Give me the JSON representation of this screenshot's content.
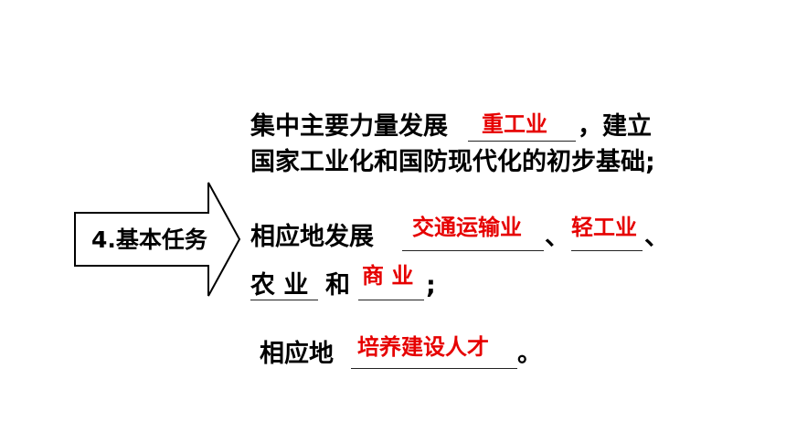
{
  "task_label": "4.基本任务",
  "point1": {
    "prefix": "集中主要力量发展",
    "answer": "重工业",
    "suffix": "，建立",
    "line2": "国家工业化和国防现代化的初步基础;"
  },
  "point2": {
    "prefix": "相应地发展",
    "answer1": "交通运输业",
    "sep1": "、",
    "answer2": "轻工业",
    "sep2": "、",
    "word1": "农 业",
    "conj": "和",
    "answer3": "商 业",
    "end": ";"
  },
  "point3": {
    "prefix": "相应地",
    "answer": "培养建设人才",
    "end": "。"
  },
  "colors": {
    "answer_text": "#e60000",
    "main_text": "#000000",
    "arrow_stroke": "#000000"
  }
}
